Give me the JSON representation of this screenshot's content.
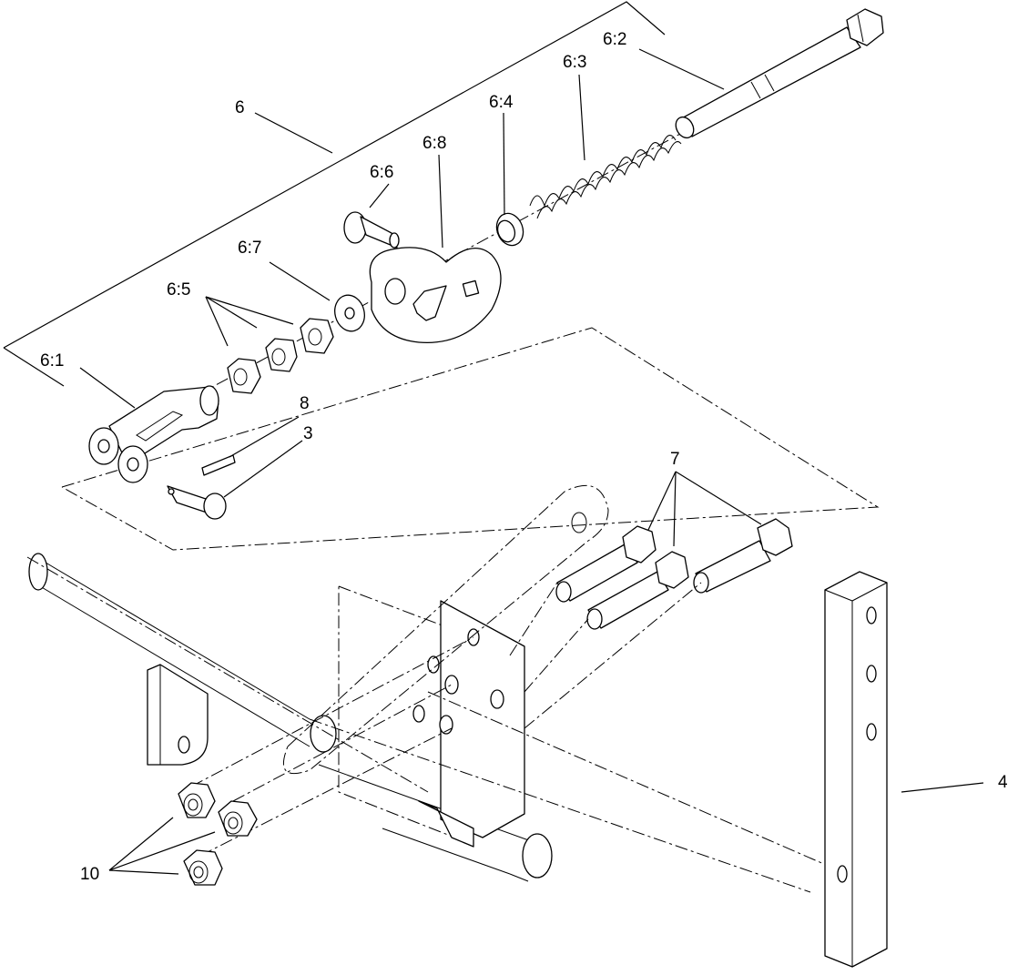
{
  "callouts": {
    "c6": "6",
    "c6_1": "6:1",
    "c6_2": "6:2",
    "c6_3": "6:3",
    "c6_4": "6:4",
    "c6_5": "6:5",
    "c6_6": "6:6",
    "c6_7": "6:7",
    "c6_8": "6:8",
    "c8": "8",
    "c3": "3",
    "c7": "7",
    "c4": "4",
    "c10": "10"
  }
}
